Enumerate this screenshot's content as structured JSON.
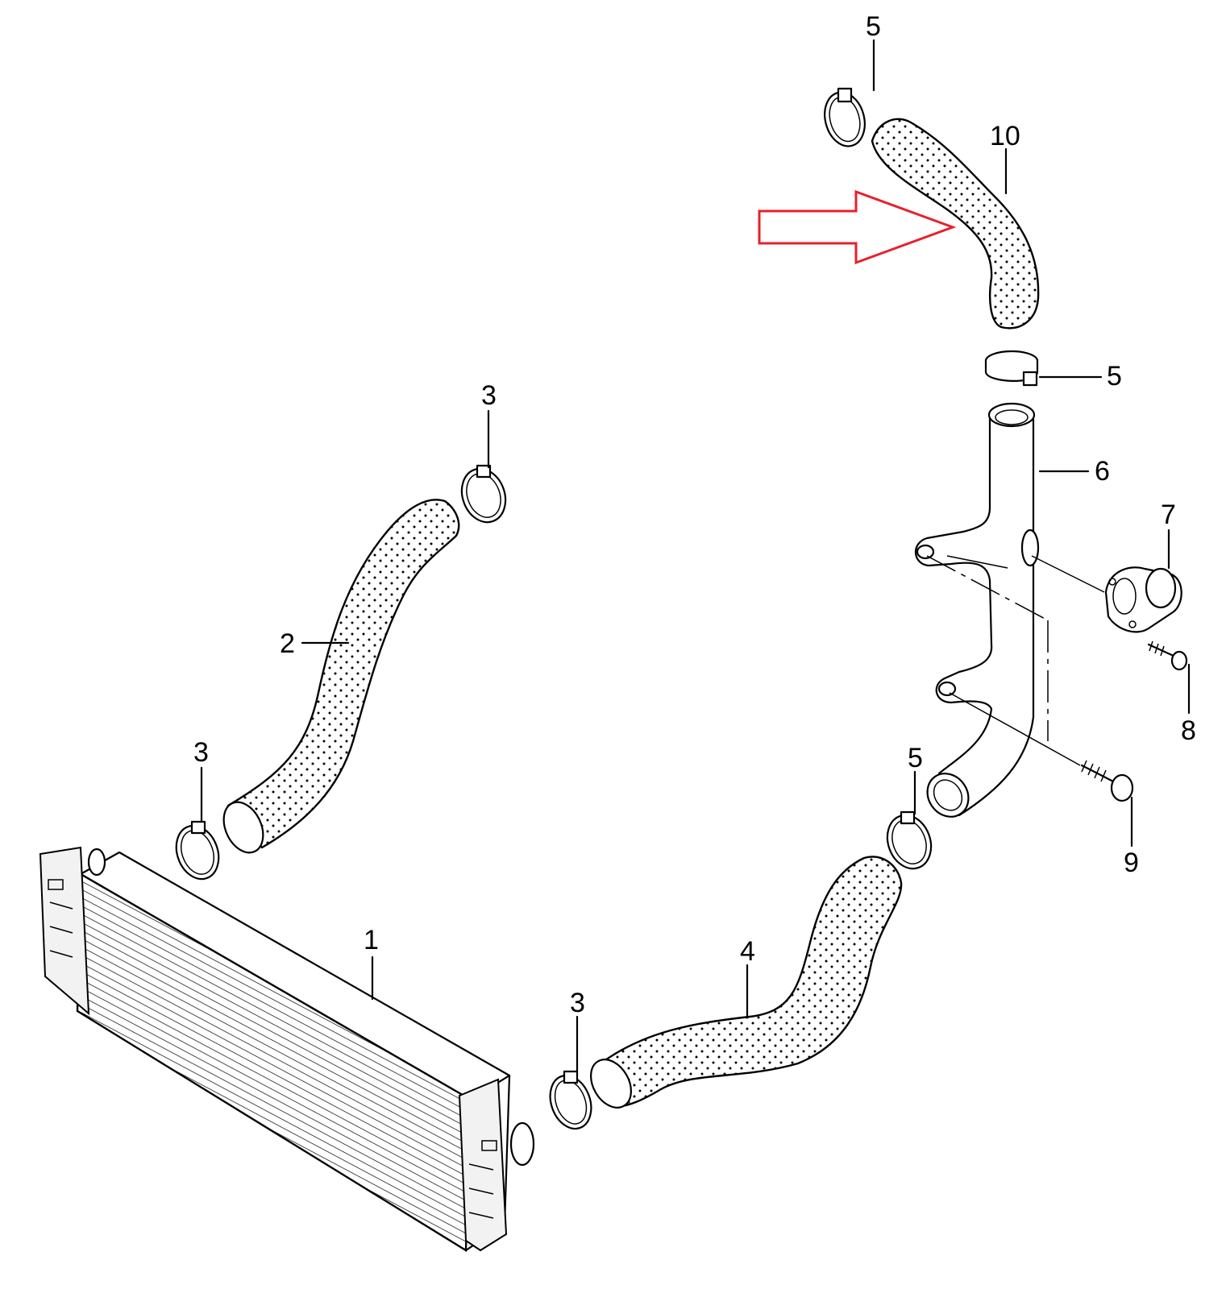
{
  "callouts": {
    "p1": "1",
    "p2": "2",
    "p3a": "3",
    "p3b": "3",
    "p3c": "3",
    "p4": "4",
    "p5a": "5",
    "p5b": "5",
    "p5c": "5",
    "p6": "6",
    "p7": "7",
    "p8": "8",
    "p9": "9",
    "p10": "10"
  },
  "highlight": {
    "arrow_color": "#e8202a",
    "points_to": "10"
  }
}
